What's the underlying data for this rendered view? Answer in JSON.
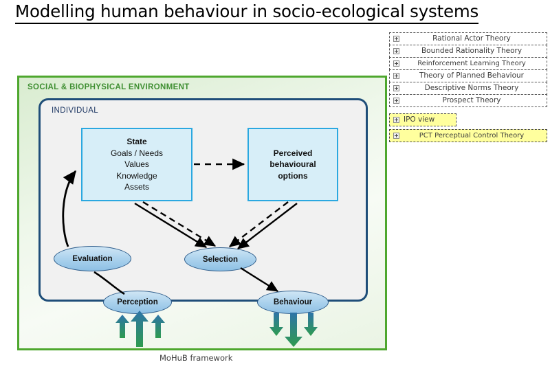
{
  "slide": {
    "title": "Modelling human behaviour in socio-ecological systems",
    "caption": "MoHuB framework"
  },
  "theories": {
    "items": [
      {
        "label": "Rational Actor Theory",
        "highlighted": false,
        "icon": "expand-plus-icon"
      },
      {
        "label": "Bounded Rationality Theory",
        "highlighted": false,
        "icon": "expand-plus-icon"
      },
      {
        "label": "Reinforcement Learning Theory",
        "highlighted": false,
        "icon": "expand-plus-icon"
      },
      {
        "label": "Theory of Planned Behaviour",
        "highlighted": false,
        "icon": "expand-plus-icon"
      },
      {
        "label": "Descriptive Norms Theory",
        "highlighted": false,
        "icon": "expand-plus-icon"
      },
      {
        "label": "Prospect Theory",
        "highlighted": false,
        "icon": "expand-plus-icon"
      },
      {
        "label": "IPO view",
        "highlighted": true,
        "icon": "expand-plus-icon"
      },
      {
        "label": "PCT Perceptual Control Theory",
        "highlighted": true,
        "icon": "expand-plus-icon"
      }
    ]
  },
  "diagram": {
    "environment_label": "SOCIAL & BIOPHYSICAL ENVIRONMENT",
    "individual_label": "INDIVIDUAL",
    "state_box": {
      "heading": "State",
      "lines": [
        "Goals / Needs",
        "Values",
        "Knowledge",
        "Assets"
      ]
    },
    "options_box": {
      "line1": "Perceived",
      "line2": "behavioural",
      "line3": "options"
    },
    "nodes": {
      "evaluation": "Evaluation",
      "selection": "Selection",
      "perception": "Perception",
      "behaviour": "Behaviour"
    }
  },
  "colors": {
    "environment_border": "#4EA72E",
    "environment_label": "#3f8f32",
    "individual_border": "#1F4E79",
    "blue_box_border": "#2BA8E0",
    "blue_box_fill": "#d7eef8",
    "ellipse_fill": "#a8d0ec",
    "ellipse_border": "#2E5C8A",
    "highlight": "#ffff9e",
    "flux_green": "#2E9B4F",
    "flux_blue": "#2E74A8"
  }
}
